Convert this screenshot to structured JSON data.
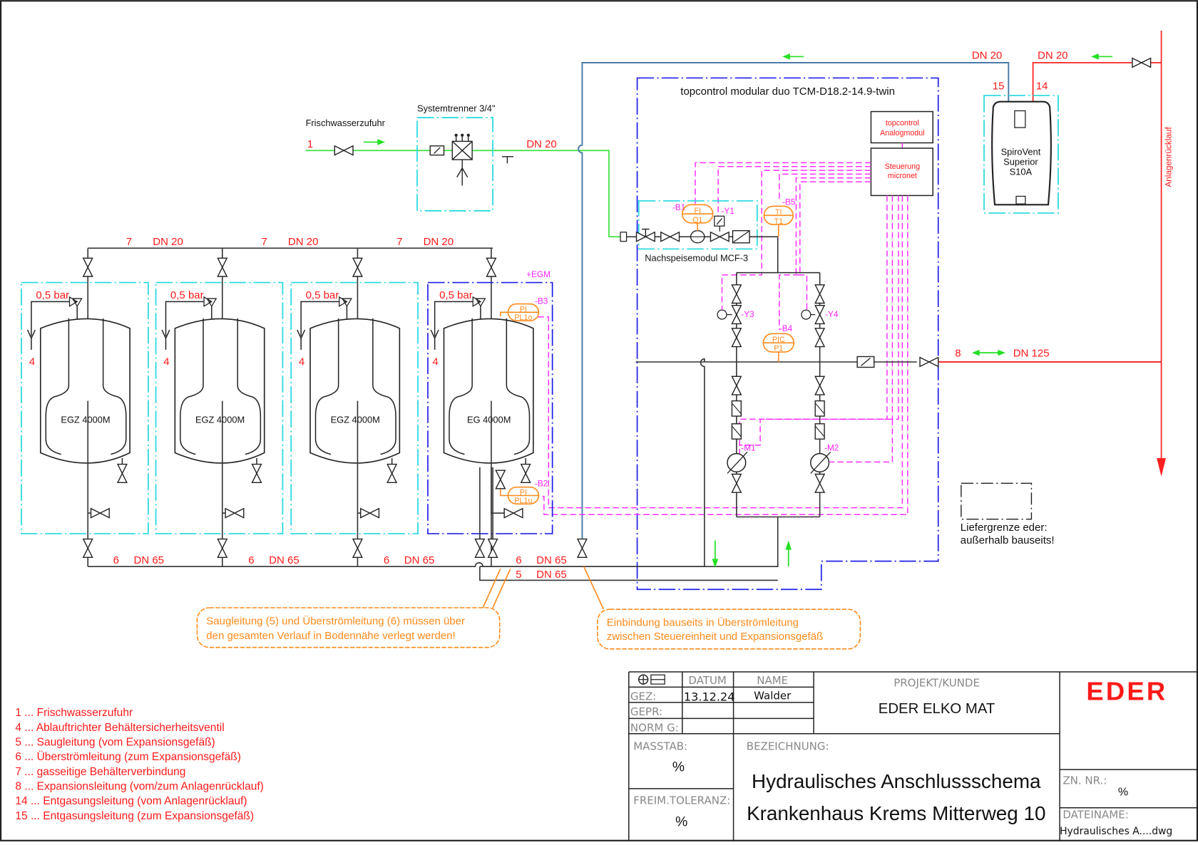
{
  "drawing": {
    "title": "Hydraulisches Anschlussschema",
    "colors": {
      "pipe_red": "#ff2020",
      "pipe_green": "#3ee23e",
      "pipe_blue": "#4a7aa8",
      "frame_cyan": "#22d8e0",
      "frame_blue": "#2020e8",
      "signal_magenta": "#ff30ff",
      "instrument_orange": "#ff8a1a",
      "brand_red": "#ff1a1a"
    }
  },
  "freshwater": {
    "label": "Frischwasserzufuhr",
    "num": "1",
    "dn": "DN 20",
    "separator_label": "Systemtrenner 3/4\""
  },
  "vessels": [
    {
      "name": "EGZ 4000M",
      "relief": "0,5 bar",
      "drain_num": "4"
    },
    {
      "name": "EGZ 4000M",
      "relief": "0,5 bar",
      "drain_num": "4"
    },
    {
      "name": "EGZ 4000M",
      "relief": "0,5 bar",
      "drain_num": "4"
    },
    {
      "name": "EG 4000M",
      "relief": "0,5 bar",
      "drain_num": "4"
    }
  ],
  "gas_line": [
    {
      "num": "7",
      "dn": "DN 20"
    },
    {
      "num": "7",
      "dn": "DN 20"
    },
    {
      "num": "7",
      "dn": "DN 20"
    }
  ],
  "overflow_line": [
    {
      "num": "6",
      "dn": "DN 65"
    },
    {
      "num": "6",
      "dn": "DN 65"
    },
    {
      "num": "6",
      "dn": "DN 65"
    },
    {
      "num": "6",
      "dn": "DN 65"
    }
  ],
  "suction_line": {
    "num": "5",
    "dn": "DN 65"
  },
  "egm": {
    "tag": "+EGM",
    "b3": {
      "tag": "-B3",
      "top": "PI",
      "bottom": "PL1o"
    },
    "b2": {
      "tag": "-B2",
      "top": "PI",
      "bottom": "PL1u"
    }
  },
  "controller": {
    "title": "topcontrol modular duo TCM-D18.2-14.9-twin",
    "analog_module": [
      "topcontrol",
      "Analogmodul"
    ],
    "control": [
      "Steuerung",
      "micronet"
    ],
    "makeup_module": "Nachspeisemodul MCF-3",
    "b1": {
      "tag": "-B1",
      "top": "FI",
      "bottom": "Q1"
    },
    "y1": "-Y1",
    "b5": {
      "tag": "-B5",
      "top": "TI",
      "bottom": "T1"
    },
    "b4": {
      "tag": "-B4",
      "top": "PIC",
      "bottom": "P1"
    },
    "y3": "-Y3",
    "y4": "-Y4",
    "m1": "-M1",
    "m2": "-M2",
    "motor_symbol": "M"
  },
  "expansion_line": {
    "num": "8",
    "dn": "DN 125"
  },
  "degassing": {
    "device": [
      "SpiroVent",
      "Superior",
      "S10A"
    ],
    "in_num": "14",
    "out_num": "15",
    "in_dn": "DN 20",
    "out_dn": "DN 20"
  },
  "return_line_label": "Anlagenrücklauf",
  "supply_limit": [
    "Liefergrenze eder:",
    "außerhalb bauseits!"
  ],
  "notes": {
    "floor": [
      "Saugleitung (5) und Überströmleitung (6) müssen über",
      "den gesamten Verlauf in Bodennähe verlegt werden!"
    ],
    "site": [
      "Einbindung bauseits in Überströmleitung",
      "zwischen Steuereinheit und Expansionsgefäß"
    ]
  },
  "legend": [
    "1 ... Frischwasserzufuhr",
    "4 ... Ablauftrichter Behältersicherheitsventil",
    "5 ... Saugleitung (vom Expansionsgefäß)",
    "6 ... Überströmleitung (zum Expansionsgefäß)",
    "7 ... gasseitige Behälterverbindung",
    "8 ... Expansionsleitung (vom/zum Anlagenrücklauf)",
    "14 ... Entgasungsleitung (vom Anlagenrücklauf)",
    "15 ... Entgasungsleitung (zum Expansionsgefäß)"
  ],
  "title_block": {
    "datum_label": "DATUM",
    "name_label": "NAME",
    "gez_label": "GEZ:",
    "gez_date": "13.12.24",
    "gez_name": "Walder",
    "gepr_label": "GEPR:",
    "norm_label": "NORM G:",
    "project_label": "PROJEKT/KUNDE",
    "project": "EDER ELKO MAT",
    "brand": "EDER",
    "masstab_label": "MASSTAB:",
    "masstab": "%",
    "tolerance_label": "FREIM.TOLERANZ:",
    "tolerance": "%",
    "designation_label": "BEZEICHNUNG:",
    "designation_1": "Hydraulisches Anschlussschema",
    "designation_2": "Krankenhaus Krems Mitterweg 10",
    "zn_label": "ZN.  NR.:",
    "zn": "%",
    "file_label": "DATEINAME:",
    "file": "Hydraulisches  A....dwg"
  }
}
